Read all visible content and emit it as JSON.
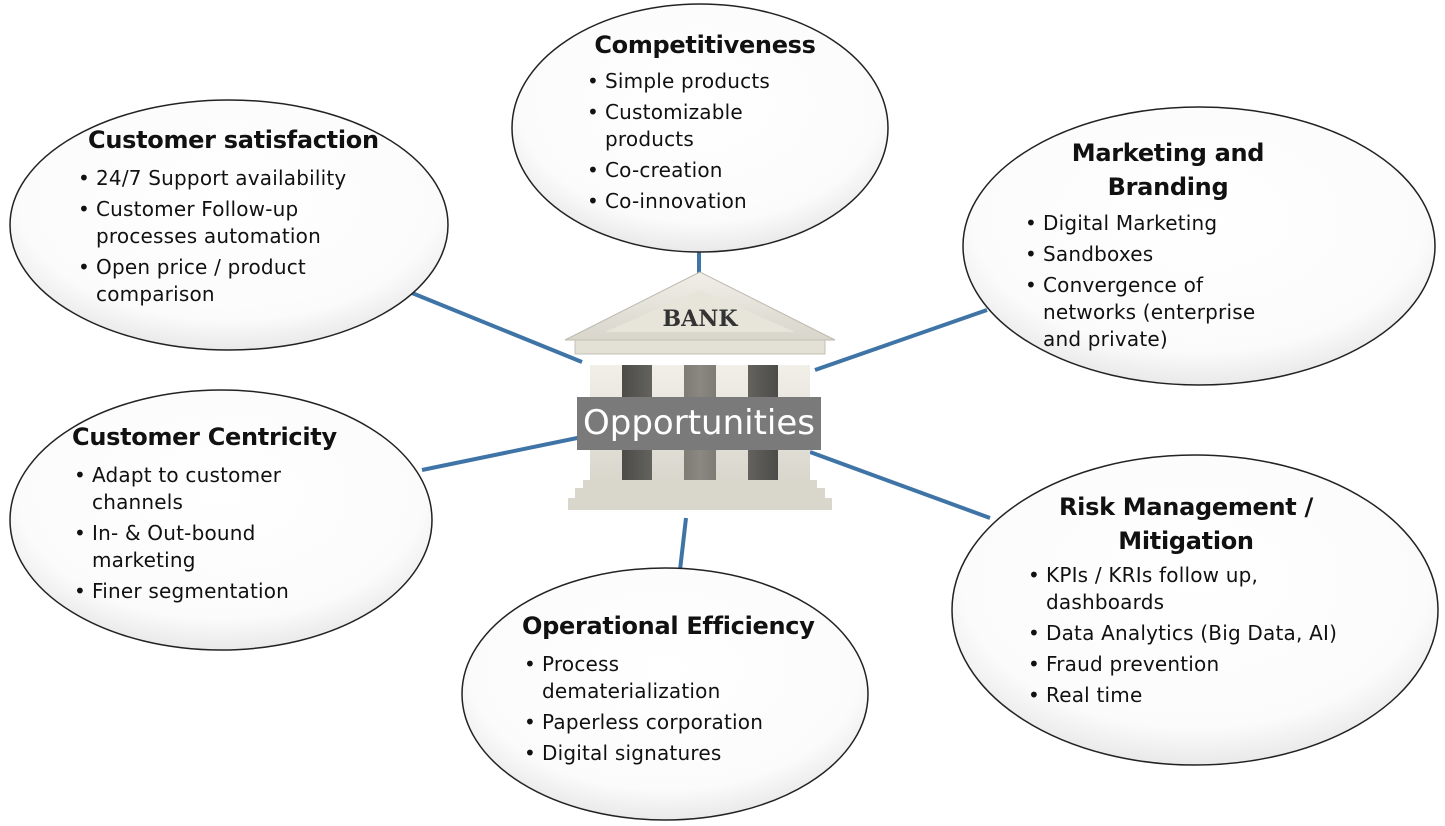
{
  "center": {
    "label": "Opportunities",
    "logo_text": "BANK"
  },
  "colors": {
    "connector": "#3f74a6",
    "label_bg": "#7a7a7a"
  },
  "nodes": {
    "competitiveness": {
      "title": "Competitiveness",
      "items": [
        "Simple products",
        "Customizable products",
        "Co-creation",
        "Co-innovation"
      ]
    },
    "customer_satisfaction": {
      "title": "Customer satisfaction",
      "items": [
        "24/7 Support availability",
        "Customer Follow-up processes automation",
        "Open price / product comparison"
      ]
    },
    "marketing": {
      "title": "Marketing and Branding",
      "items": [
        "Digital Marketing",
        "Sandboxes",
        "Convergence of networks (enterprise and private)"
      ]
    },
    "customer_centricity": {
      "title": "Customer Centricity",
      "items": [
        "Adapt to customer channels",
        "In- & Out-bound marketing",
        "Finer segmentation"
      ]
    },
    "operational": {
      "title": "Operational Efficiency",
      "items": [
        "Process dematerialization",
        "Paperless corporation",
        "Digital signatures"
      ]
    },
    "risk": {
      "title": "Risk Management / Mitigation",
      "items": [
        "KPIs / KRIs follow up, dashboards",
        "Data Analytics (Big Data, AI)",
        "Fraud prevention",
        "Real time"
      ]
    }
  }
}
